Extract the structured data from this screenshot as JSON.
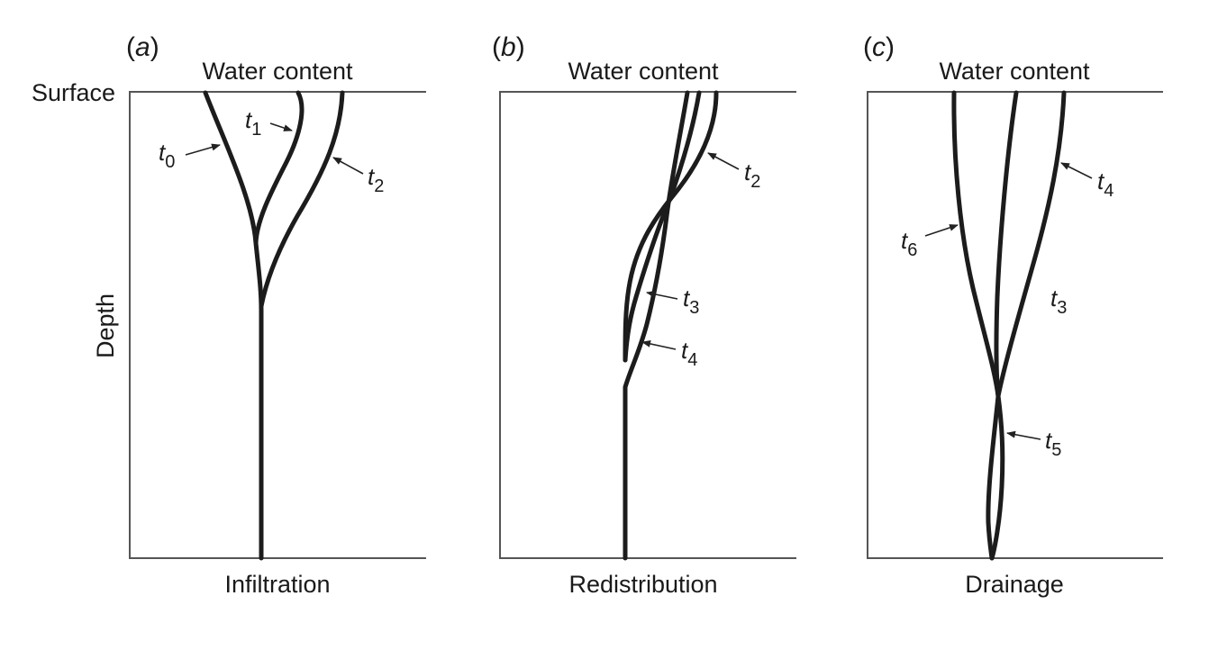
{
  "figure": {
    "y_axis_label": "Depth",
    "surface_label": "Surface",
    "panels": [
      {
        "id": "a",
        "tag": "(a)",
        "tag_letter": "a",
        "top_label": "Water content",
        "bottom_label": "Infiltration",
        "curves": [
          {
            "name": "t0",
            "label_base": "t",
            "label_sub": "0"
          },
          {
            "name": "t1",
            "label_base": "t",
            "label_sub": "1"
          },
          {
            "name": "t2",
            "label_base": "t",
            "label_sub": "2"
          }
        ]
      },
      {
        "id": "b",
        "tag": "(b)",
        "tag_letter": "b",
        "top_label": "Water content",
        "bottom_label": "Redistribution",
        "curves": [
          {
            "name": "t2",
            "label_base": "t",
            "label_sub": "2"
          },
          {
            "name": "t3",
            "label_base": "t",
            "label_sub": "3"
          },
          {
            "name": "t4",
            "label_base": "t",
            "label_sub": "4"
          }
        ]
      },
      {
        "id": "c",
        "tag": "(c)",
        "tag_letter": "c",
        "top_label": "Water content",
        "bottom_label": "Drainage",
        "curves": [
          {
            "name": "t4",
            "label_base": "t",
            "label_sub": "4"
          },
          {
            "name": "t6",
            "label_base": "t",
            "label_sub": "6"
          },
          {
            "name": "t3",
            "label_base": "t",
            "label_sub": "3"
          },
          {
            "name": "t5",
            "label_base": "t",
            "label_sub": "5"
          }
        ]
      }
    ]
  }
}
